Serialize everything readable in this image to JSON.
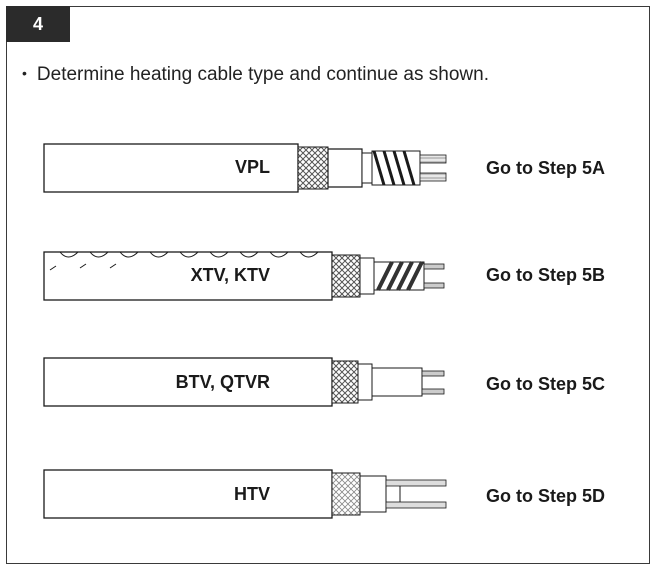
{
  "step": {
    "number": "4"
  },
  "instruction": {
    "bullet": "•",
    "text": "Determine heating cable type and continue as shown."
  },
  "cables": [
    {
      "type_label": "VPL",
      "action": "Go to Step 5A"
    },
    {
      "type_label": "XTV, KTV",
      "action": "Go to Step 5B"
    },
    {
      "type_label": "BTV, QTVR",
      "action": "Go to Step 5C"
    },
    {
      "type_label": "HTV",
      "action": "Go to Step 5D"
    }
  ],
  "colors": {
    "badge": "#2b2b2b",
    "outline": "#1a1a1a",
    "text": "#1a1a1a"
  }
}
